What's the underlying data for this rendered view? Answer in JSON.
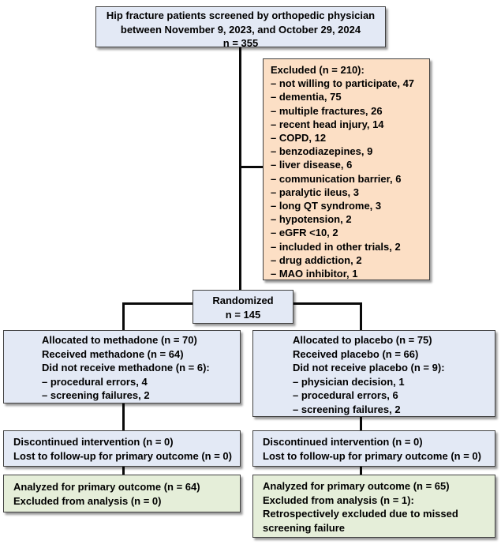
{
  "colors": {
    "box_blue": "#e3e9f5",
    "box_peach": "#fcdfc5",
    "box_green": "#e5eed9",
    "border": "#414141",
    "connector": "#0a0a0a"
  },
  "flow": {
    "screened": {
      "lines": [
        "Hip fracture patients screened by orthopedic physician",
        "between November 9, 2023, and October 29, 2024",
        "n = 355"
      ]
    },
    "excluded": {
      "lines": [
        "Excluded (n = 210):",
        "– not willing to participate, 47",
        "– dementia, 75",
        "– multiple fractures, 26",
        "– recent head injury, 14",
        "– COPD, 12",
        "– benzodiazepines, 9",
        "– liver disease, 6",
        "– communication barrier, 6",
        "– paralytic ileus, 3",
        "– long QT syndrome, 3",
        "– hypotension, 2",
        "– eGFR <10, 2",
        "– included in other trials, 2",
        "– drug addiction, 2",
        "– MAO inhibitor, 1"
      ]
    },
    "randomized": {
      "lines": [
        "Randomized",
        "n = 145"
      ]
    },
    "allocation_methadone": {
      "lines": [
        "Allocated to methadone (n = 70)",
        "Received methadone (n = 64)",
        "Did not receive methadone  (n = 6):",
        "– procedural errors, 4",
        "– screening failures, 2"
      ]
    },
    "allocation_placebo": {
      "lines": [
        "Allocated to placebo (n = 75)",
        "Received placebo (n = 66)",
        "Did not receive placebo (n = 9):",
        "– physician decision, 1",
        "– procedural errors, 6",
        "– screening failures, 2"
      ]
    },
    "discontinued_methadone": {
      "lines": [
        "Discontinued intervention (n = 0)",
        "Lost to follow-up for primary outcome (n = 0)"
      ]
    },
    "discontinued_placebo": {
      "lines": [
        "Discontinued intervention (n = 0)",
        "Lost to follow-up for primary outcome (n = 0)"
      ]
    },
    "analyzed_methadone": {
      "lines": [
        "Analyzed for primary outcome (n = 64)",
        "Excluded from analysis (n = 0)"
      ]
    },
    "analyzed_placebo": {
      "lines": [
        "Analyzed for primary outcome (n = 65)",
        "Excluded from analysis (n = 1):",
        "Retrospectively excluded due to missed",
        "screening failure"
      ]
    }
  }
}
